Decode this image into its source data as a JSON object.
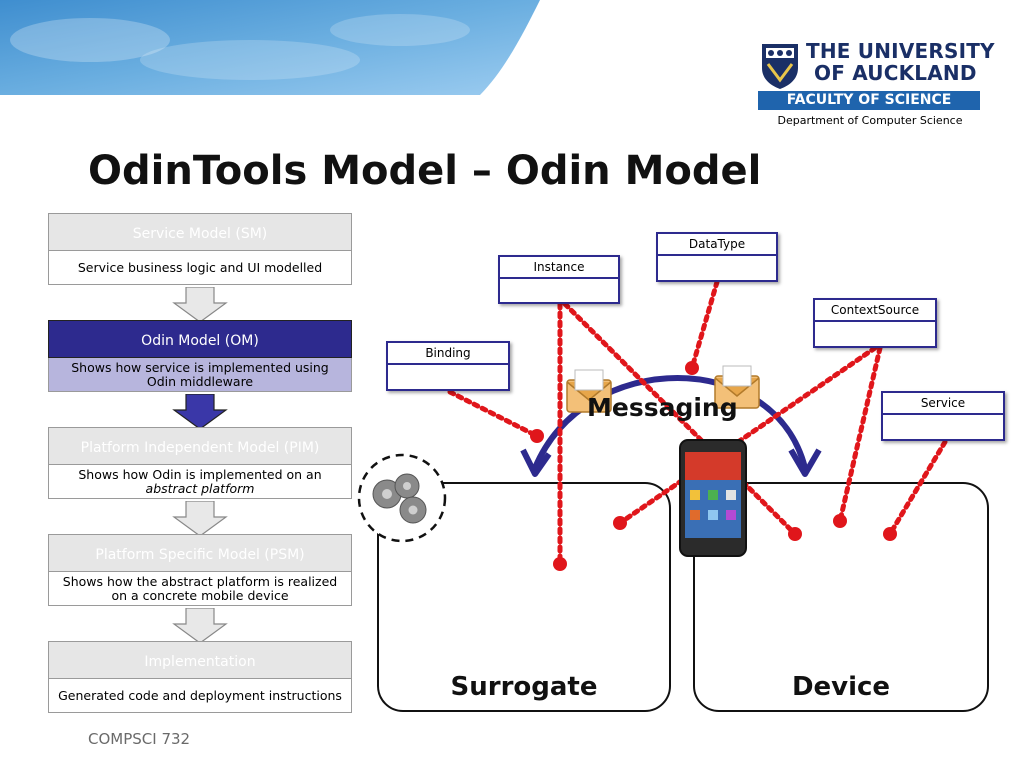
{
  "header": {
    "university_line1": "THE UNIVERSITY",
    "university_line2": "OF AUCKLAND",
    "faculty": "FACULTY OF SCIENCE",
    "department": "Department of Computer Science"
  },
  "title": "OdinTools Model – Odin Model",
  "levels": [
    {
      "name": "Service Model (SM)",
      "desc": "Service business logic and UI modelled",
      "active": false
    },
    {
      "name": "Odin Model (OM)",
      "desc": "Shows how service is implemented using Odin middleware",
      "active": true
    },
    {
      "name": "Platform Independent Model (PIM)",
      "desc_prefix": "Shows how Odin is implemented on an",
      "desc_italic": "abstract platform",
      "active": false
    },
    {
      "name": "Platform Specific Model (PSM)",
      "desc": "Shows how the abstract platform is realized on a concrete mobile device",
      "active": false
    },
    {
      "name": "Implementation",
      "desc": "Generated code and deployment instructions",
      "active": false
    }
  ],
  "diagram": {
    "uml_boxes": [
      "DataType",
      "Instance",
      "ContextSource",
      "Binding",
      "Service"
    ],
    "messaging": "Messaging",
    "panels": [
      "Surrogate",
      "Device"
    ],
    "icons": [
      "gears-icon",
      "envelope-icon",
      "smartphone-icon"
    ]
  },
  "footer": "COMPSCI 732",
  "colors": {
    "accent": "#2d2a8e",
    "link_red": "#e0161b",
    "faculty_blue": "#1f64ad",
    "title": "#111111"
  }
}
